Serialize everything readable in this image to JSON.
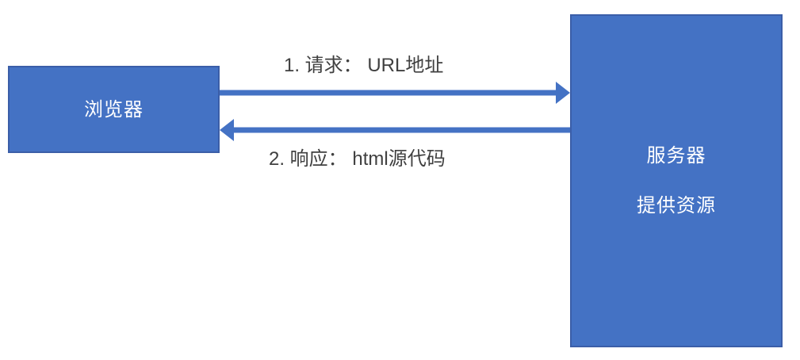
{
  "diagram": {
    "title": "browser-server request-response diagram",
    "colors": {
      "shape_fill": "#4472C4",
      "shape_border": "#3B5EA8",
      "shape_text": "#FFFFFF",
      "label_text": "#404040",
      "background": "#FFFFFF"
    },
    "nodes": {
      "browser": {
        "label": "浏览器"
      },
      "server": {
        "label_line1": "服务器",
        "label_line2": "提供资源"
      }
    },
    "arrows": {
      "request": {
        "label": "1. 请求： URL地址",
        "direction": "left-to-right",
        "from": "browser",
        "to": "server"
      },
      "response": {
        "label": "2. 响应： html源代码",
        "direction": "right-to-left",
        "from": "server",
        "to": "browser"
      }
    }
  }
}
